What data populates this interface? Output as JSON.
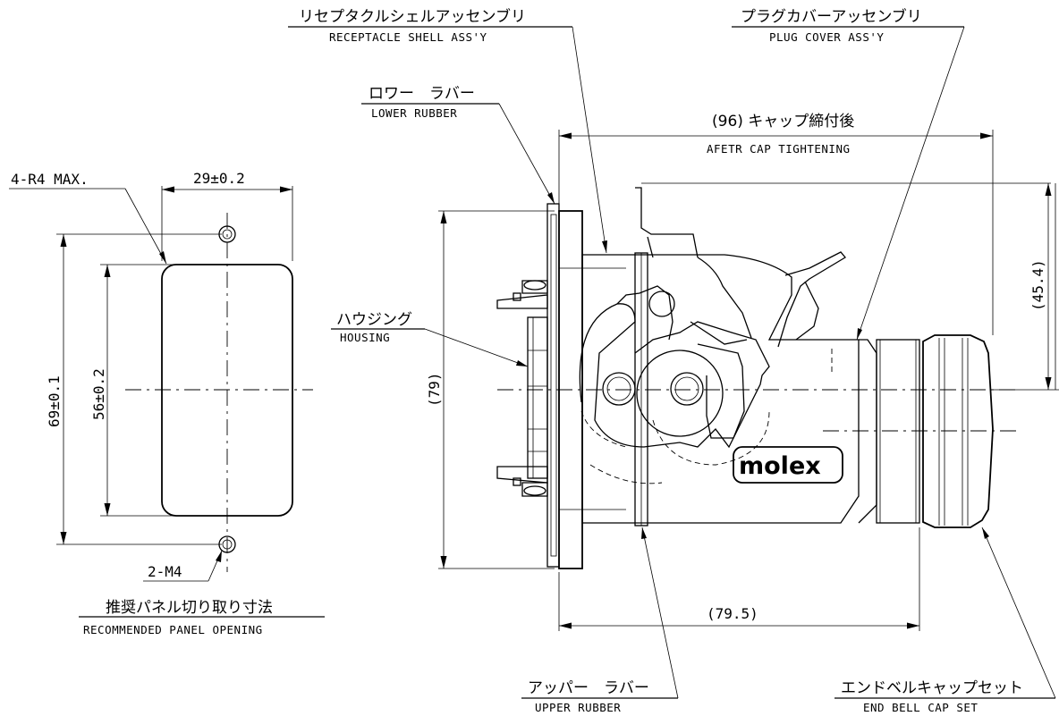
{
  "labels": {
    "receptacle_jp": "リセプタクルシェルアッセンブリ",
    "receptacle_en": "RECEPTACLE SHELL ASS'Y",
    "plug_cover_jp": "プラグカバーアッセンブリ",
    "plug_cover_en": "PLUG COVER ASS'Y",
    "lower_rubber_jp": "ロワー　ラバー",
    "lower_rubber_en": "LOWER RUBBER",
    "housing_jp": "ハウジング",
    "housing_en": "HOUSING",
    "upper_rubber_jp": "アッパー　ラバー",
    "upper_rubber_en": "UPPER RUBBER",
    "end_bell_jp": "エンドベルキャップセット",
    "end_bell_en": "END BELL CAP SET",
    "panel_jp": "推奨パネル切り取り寸法",
    "panel_en": "RECOMMENDED PANEL OPENING",
    "brand": "molex"
  },
  "dimensions": {
    "corner_radius": "4-R4 MAX.",
    "panel_width": "29±0.2",
    "panel_height_outer": "69±0.1",
    "panel_height_inner": "56±0.2",
    "screw": "2-M4",
    "total_length": "(96) キャップ締付後",
    "total_length_en": "AFETR CAP TIGHTENING",
    "flange_height": "(79)",
    "top_height": "(45.4)",
    "body_length": "(79.5)"
  }
}
